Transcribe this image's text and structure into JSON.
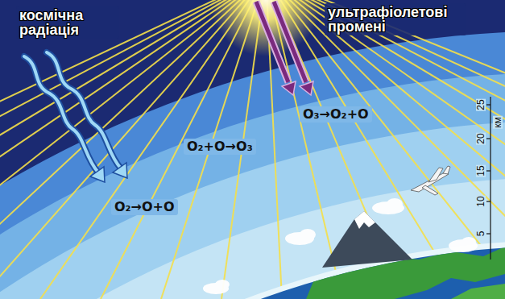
{
  "diagram": {
    "labels": [
      "космічна радіація",
      "ультрафіолетові промені",
      "O₃→O₂+O",
      "O₂+O→O₃",
      "O₂→O+O",
      "25",
      "20",
      "15",
      "10",
      "5",
      "км"
    ]
  }
}
